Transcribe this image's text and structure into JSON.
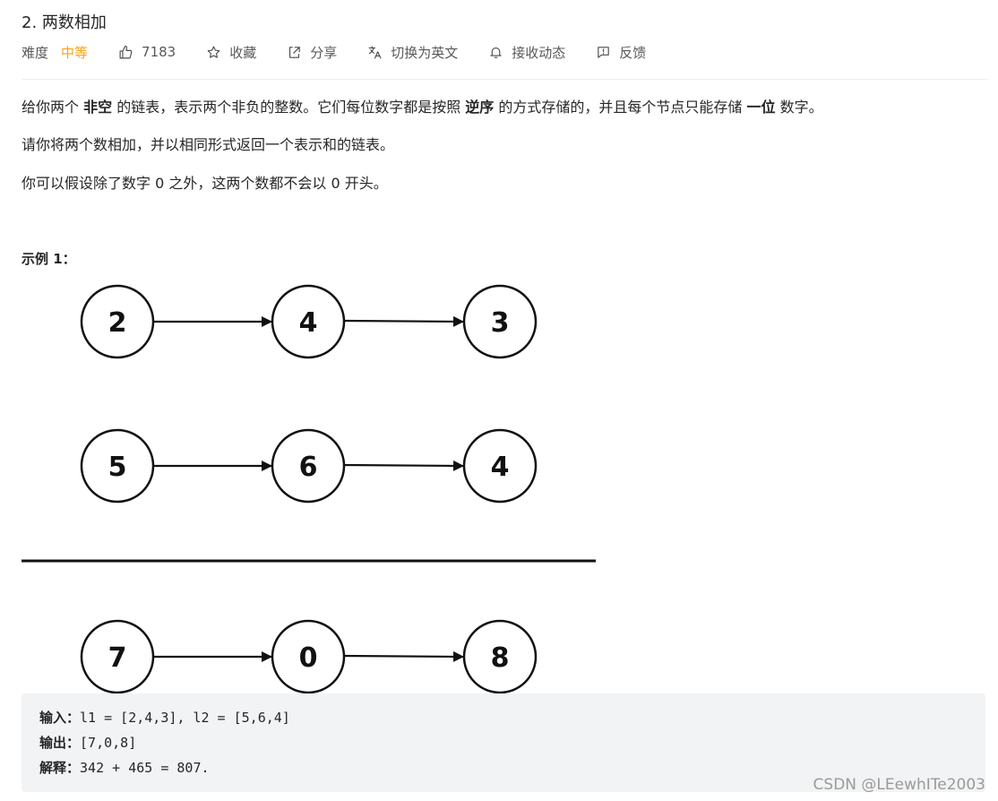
{
  "problem": {
    "title": "2. 两数相加"
  },
  "toolbar": {
    "difficulty_label": "难度",
    "difficulty_value": "中等",
    "difficulty_color": "#ffa116",
    "likes_count": "7183",
    "favorite_label": "收藏",
    "share_label": "分享",
    "switch_lang_label": "切换为英文",
    "notify_label": "接收动态",
    "feedback_label": "反馈",
    "icons": [
      "thumb-up-icon",
      "star-icon",
      "share-icon",
      "translate-icon",
      "bell-icon",
      "feedback-icon"
    ]
  },
  "description": {
    "p1_a": "给你两个 ",
    "p1_b": "非空",
    "p1_c": " 的链表，表示两个非负的整数。它们每位数字都是按照 ",
    "p1_d": "逆序",
    "p1_e": " 的方式存储的，并且每个节点只能存储 ",
    "p1_f": "一位",
    "p1_g": " 数字。",
    "p2": "请你将两个数相加，并以相同形式返回一个表示和的链表。",
    "p3": "你可以假设除了数字 0 之外，这两个数都不会以 0 开头。"
  },
  "example": {
    "heading": "示例 1：",
    "diagram": {
      "row1": [
        "2",
        "4",
        "3"
      ],
      "row2": [
        "5",
        "6",
        "4"
      ],
      "row3": [
        "7",
        "0",
        "8"
      ]
    },
    "input_label": "输入：",
    "input_value": "l1 = [2,4,3], l2 = [5,6,4]",
    "output_label": "输出：",
    "output_value": "[7,0,8]",
    "explain_label": "解释：",
    "explain_value": "342 + 465 = 807."
  },
  "watermark": "CSDN @LEewhITe2003"
}
